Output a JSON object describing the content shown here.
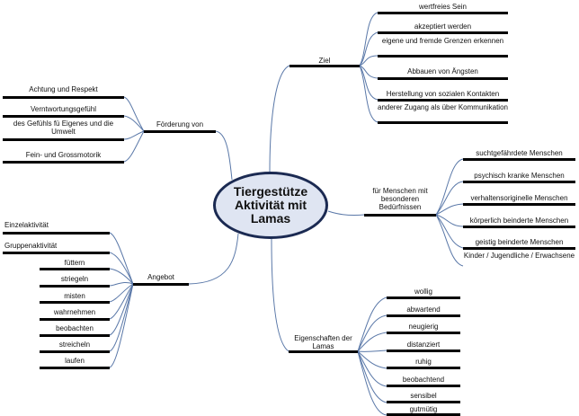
{
  "center": {
    "title": "Tiergestütze\nAktivität mit\nLamas"
  },
  "branches": {
    "ziel": {
      "label": "Ziel",
      "items": [
        "wertfreies Sein",
        "akzeptiert werden",
        "eigene und fremde Grenzen erkennen",
        "Abbauen von Ängsten",
        "Herstellung von sozialen Kontakten",
        "anderer Zugang als über Kommunikation"
      ]
    },
    "menschen": {
      "label": "für Menschen mit besonderen Bedürfnissen",
      "items": [
        "suchtgefährdete Menschen",
        "psychisch kranke Menschen",
        "verhaltensoriginelle Menschen",
        "körperlich beinderte Menschen",
        "geistig beinderte Menschen",
        "Kinder / Jugendliche / Erwachsene"
      ]
    },
    "eigenschaften": {
      "label": "Eigenschaften der Lamas",
      "items": [
        "wollig",
        "abwartend",
        "neugierig",
        "distanziert",
        "ruhig",
        "beobachtend",
        "sensibel",
        "gutmütig"
      ]
    },
    "foerderung": {
      "label": "Förderung von",
      "items": [
        "Achtung und Respekt",
        "Verntwortungsgefühl",
        "des Gefühls fü Eigenes und die Umwelt",
        "Fein- und Grossmotorik"
      ]
    },
    "angebot": {
      "label": "Angebot",
      "items": [
        "Einzelaktivität",
        "Gruppenaktivität",
        "füttern",
        "striegeln",
        "misten",
        "wahrnehmen",
        "beobachten",
        "streicheln",
        "laufen"
      ]
    }
  },
  "colors": {
    "link": "#5a78a8",
    "bar": "#000000",
    "center_fill": "#dfe5f2",
    "center_border": "#1b2a52"
  }
}
